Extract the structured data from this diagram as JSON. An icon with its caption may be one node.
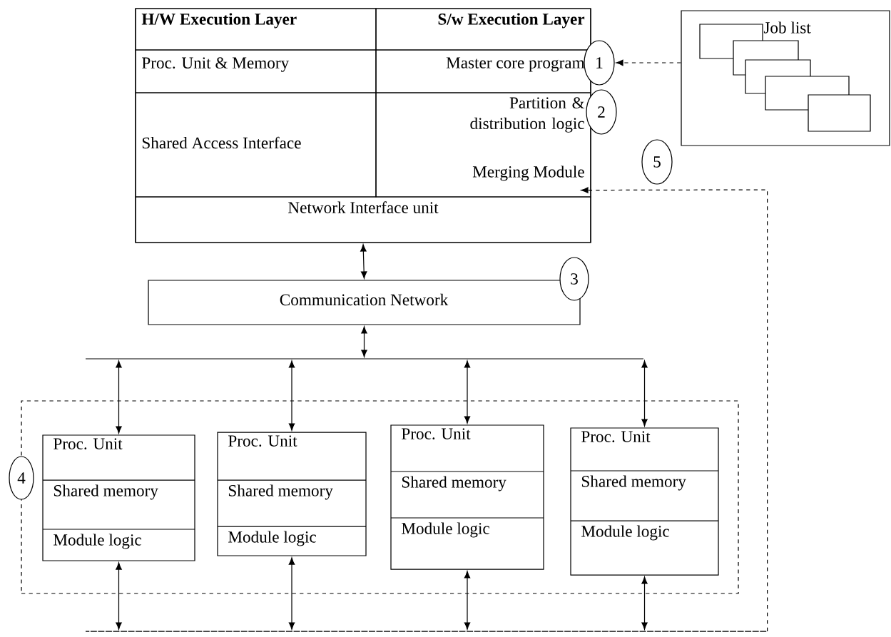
{
  "diagram": {
    "nodes": [
      {
        "text": [],
        "shape": "box"
      },
      {
        "text": [
          "H/W Execution Layer"
        ],
        "in": 0
      },
      {
        "text": [
          "S/w Execution Layer"
        ],
        "in": 0
      },
      {
        "text": [
          "Proc. Unit & Memory"
        ],
        "in": 0
      },
      {
        "text": [
          "Master core program"
        ],
        "in": 0
      },
      {
        "text": [
          "Shared Access Interface"
        ],
        "in": 0
      },
      {
        "text": [
          "Partition & distribution logic"
        ],
        "in": 0
      },
      {
        "text": [
          "Merging Module"
        ],
        "in": 6
      },
      {
        "text": [
          "Network Interface unit"
        ],
        "in": 0
      },
      {
        "text": [
          "1"
        ]
      },
      {
        "text": [
          "2"
        ]
      },
      {
        "text": [
          "5"
        ]
      },
      {
        "text": [
          "Job list"
        ]
      },
      {
        "text": [
          "Communication Network"
        ]
      },
      {
        "text": [
          "3"
        ]
      },
      {
        "text": [],
        "shape": "box"
      },
      {
        "text": [
          "4"
        ]
      },
      {
        "text": [
          "Proc. Unit",
          "Shared memory",
          "Module logic"
        ],
        "in": 15
      },
      {
        "text": [
          "Proc. Unit",
          "Shared memory",
          "Module logic"
        ],
        "in": 15
      },
      {
        "text": [
          "Proc. Unit",
          "Shared memory",
          "Module logic"
        ],
        "in": 15
      },
      {
        "text": [
          "Proc. Unit",
          "Shared memory",
          "Module logic"
        ],
        "in": 15
      },
      {
        "text": [],
        "shape": "bar"
      },
      {
        "text": [],
        "shape": "bar"
      }
    ],
    "edges": [
      {
        "from": 12,
        "to": 9,
        "arrow": "to",
        "style": "dashed"
      },
      {
        "from": 8,
        "to": 13,
        "arrow": "both"
      },
      {
        "from": 13,
        "to": 21,
        "arrow": "both"
      },
      {
        "from": 21,
        "to": 17,
        "arrow": "both"
      },
      {
        "from": 21,
        "to": 18,
        "arrow": "both"
      },
      {
        "from": 21,
        "to": 19,
        "arrow": "both"
      },
      {
        "from": 21,
        "to": 20,
        "arrow": "both"
      },
      {
        "from": 17,
        "to": 22,
        "arrow": "both"
      },
      {
        "from": 18,
        "to": 22,
        "arrow": "both"
      },
      {
        "from": 19,
        "to": 22,
        "arrow": "both"
      },
      {
        "from": 20,
        "to": 22,
        "arrow": "both"
      },
      {
        "from": 22,
        "to": 7,
        "arrow": "to",
        "style": "dashed"
      }
    ]
  }
}
